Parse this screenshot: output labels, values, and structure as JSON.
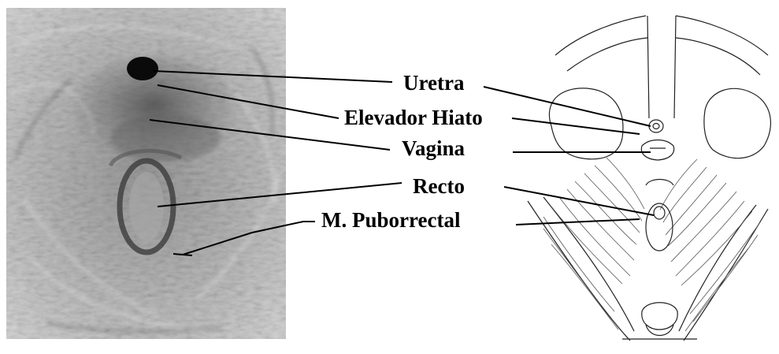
{
  "labels": {
    "uretra": "Uretra",
    "elevador_hiato": "Elevador Hiato",
    "vagina": "Vagina",
    "recto": "Recto",
    "m_puborrectal": "M. Puborrectal"
  }
}
